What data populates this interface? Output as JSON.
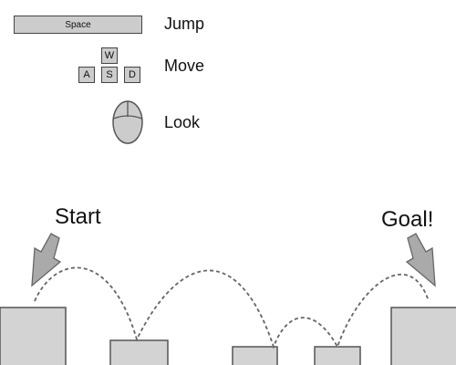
{
  "controls": [
    {
      "keys": [
        "Space"
      ],
      "action": "Jump"
    },
    {
      "keys": [
        "W",
        "A",
        "S",
        "D"
      ],
      "action": "Move"
    },
    {
      "keys": [],
      "icon": "mouse-icon",
      "action": "Look"
    }
  ],
  "labels": {
    "start": "Start",
    "goal": "Goal!"
  },
  "colors": {
    "key_fill": "#cccccc",
    "platform_fill": "#d3d3d3",
    "arrow_fill": "#aaaaaa",
    "path_stroke": "#666666"
  }
}
